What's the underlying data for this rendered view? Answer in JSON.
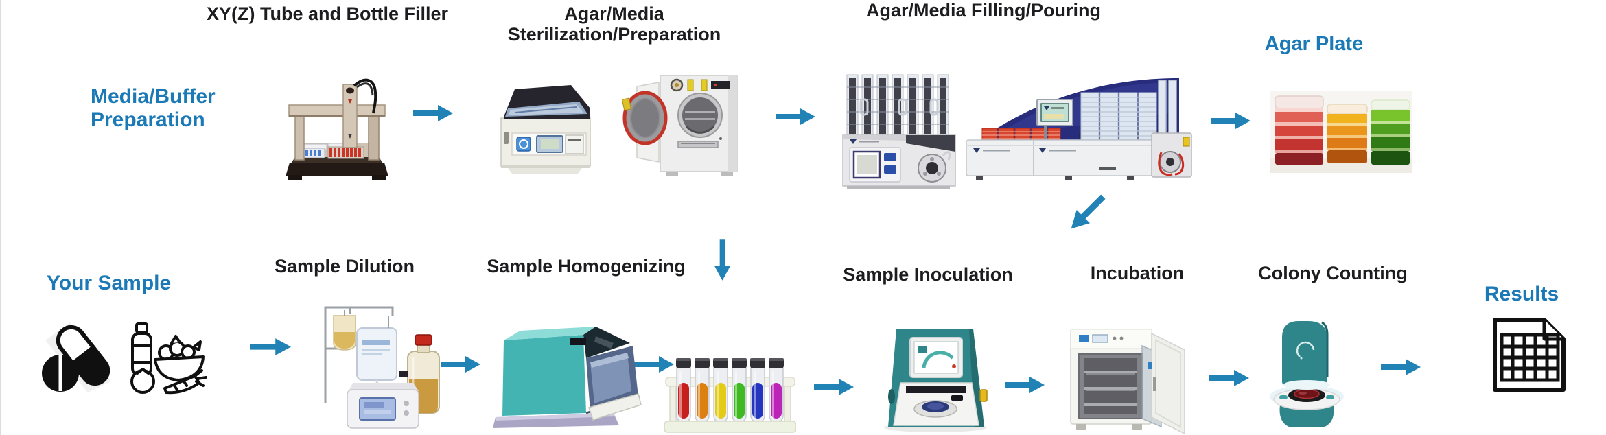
{
  "palette": {
    "blue_text": "#1b79b5",
    "arrow": "#2183b5",
    "black_text": "#1d1d1f",
    "teal_equipment": "#2e868a",
    "navy_panel": "#272d7c",
    "background": "#ffffff"
  },
  "top_lane": {
    "label": "Media/Buffer Preparation",
    "steps": [
      {
        "title": "XY(Z) Tube and Bottle Filler",
        "icon": "xyz-tube-bottle-filler-icon"
      },
      {
        "title": "Agar/Media Sterilization/Preparation",
        "icons": [
          "media-preparator-icon",
          "autoclave-icon"
        ]
      },
      {
        "title": "Agar/Media Filling/Pouring",
        "icons": [
          "tube-filler-carousel-icon",
          "petri-dish-filling-line-icon"
        ]
      },
      {
        "title": "Agar Plate",
        "icon": "agar-plate-stacks-icon"
      }
    ]
  },
  "bottom_lane": {
    "label": "Your Sample",
    "sample_icons": [
      "pills-sample-icon",
      "food-sample-icon"
    ],
    "steps": [
      {
        "title": "Sample Dilution",
        "icon": "gravimetric-diluter-icon"
      },
      {
        "title": "Sample Homogenizing",
        "icon": "paddle-blender-icon"
      },
      {
        "title": "Sample Inoculation",
        "icon": "spiral-plater-icon"
      },
      {
        "title": "Incubation",
        "icon": "incubator-icon"
      },
      {
        "title": "Colony Counting",
        "icon": "colony-counter-icon"
      },
      {
        "title": "Results",
        "icon": "results-spreadsheet-icon"
      }
    ],
    "intermediate_icon": "test-tube-rack-icon"
  }
}
